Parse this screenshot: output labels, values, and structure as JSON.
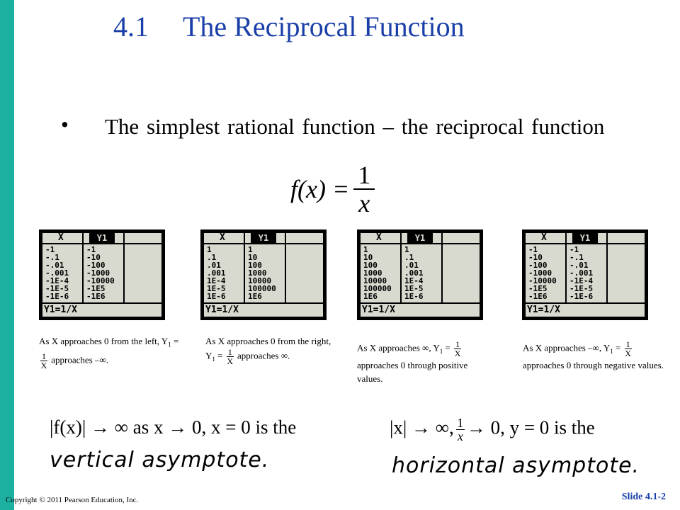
{
  "slide": {
    "title_number": "4.1",
    "title_text": "The Reciprocal Function",
    "bullet_symbol": "•",
    "bullet_text": "The simplest rational function – the reciprocal function",
    "formula": {
      "lhs": "f(x) =",
      "numerator": "1",
      "denominator": "x"
    }
  },
  "tables": [
    {
      "header_x": "X",
      "header_y": "Y1",
      "x_values": [
        "-1",
        "-.1",
        "-.01",
        "-.001",
        "-1E-4",
        "-1E-5",
        "-1E-6"
      ],
      "y_values": [
        "-1",
        "-10",
        "-100",
        "-1000",
        "-10000",
        "-1E5",
        "-1E6"
      ],
      "footer": "Y1=1/X",
      "caption_a": "As X approaches 0 from the left, Y",
      "caption_sub": "1",
      "caption_eq": " = ",
      "caption_num": "1",
      "caption_den": "X",
      "caption_b": " approaches –∞."
    },
    {
      "header_x": "X",
      "header_y": "Y1",
      "x_values": [
        "1",
        ".1",
        ".01",
        ".001",
        "1E-4",
        "1E-5",
        "1E-6"
      ],
      "y_values": [
        "1",
        "10",
        "100",
        "1000",
        "10000",
        "100000",
        "1E6"
      ],
      "footer": "Y1=1/X",
      "caption_a": "As X approaches 0 from the right, Y",
      "caption_sub": "1",
      "caption_eq": " = ",
      "caption_num": "1",
      "caption_den": "X",
      "caption_b": " approaches ∞."
    },
    {
      "header_x": "X",
      "header_y": "Y1",
      "x_values": [
        "1",
        "10",
        "100",
        "1000",
        "10000",
        "100000",
        "1E6"
      ],
      "y_values": [
        "1",
        ".1",
        ".01",
        ".001",
        "1E-4",
        "1E-5",
        "1E-6"
      ],
      "footer": "Y1=1/X",
      "caption_a": "As X approaches ∞, Y",
      "caption_sub": "1",
      "caption_eq": " = ",
      "caption_num": "1",
      "caption_den": "X",
      "caption_b": " approaches 0 through positive values."
    },
    {
      "header_x": "X",
      "header_y": "Y1",
      "x_values": [
        "-1",
        "-10",
        "-100",
        "-1000",
        "-10000",
        "-1E5",
        "-1E6"
      ],
      "y_values": [
        "-1",
        "-.1",
        "-.01",
        "-.001",
        "-1E-4",
        "-1E-5",
        "-1E-6"
      ],
      "footer": "Y1=1/X",
      "caption_a": "As X approaches –∞, Y",
      "caption_sub": "1",
      "caption_eq": " = ",
      "caption_num": "1",
      "caption_den": "X",
      "caption_b": " approaches 0 through negative values."
    }
  ],
  "bottom": {
    "left_formula": "|f(x)| → ∞ as x → 0, x = 0 is the",
    "left_label": "vertical asymptote.",
    "right_formula_a": "|x| → ∞,",
    "right_num": "1",
    "right_den": "x",
    "right_formula_b": "→ 0, y = 0 is the",
    "right_label": "horizontal asymptote."
  },
  "footer": {
    "copyright": "Copyright © 2011 Pearson Education, Inc.",
    "slide_number": "Slide 4.1-2"
  },
  "colors": {
    "title": "#1a3fa8",
    "left_bar": "#1bb0a0",
    "screen": "#d8dad0"
  }
}
